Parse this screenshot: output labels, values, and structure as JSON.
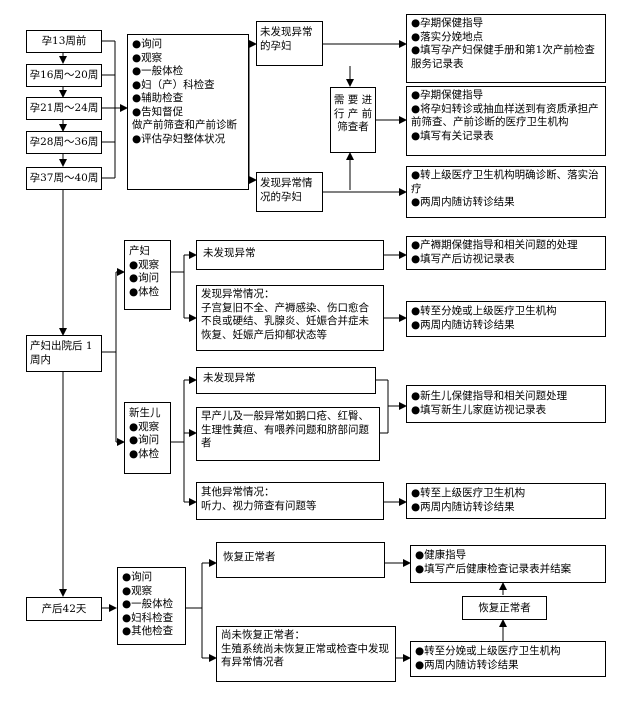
{
  "stages": [
    "孕13周前",
    "孕16周～20周",
    "孕21周～24周",
    "孕28周～36周",
    "孕37周～40周"
  ],
  "prenatal_checks": "●询问\n●观察\n●一般体检\n●妇（产）科检查\n●辅助检查\n●告知督促\n做产前筛查和产前诊断\n●评估孕妇整体状况",
  "no_abnormal": "未发现异常\n的孕妇",
  "abnormal": "发现异常情\n况的孕妇",
  "need_screening": "需 要 进\n行 产 前\n筛查者",
  "guide_a": "●孕期保健指导\n●落实分娩地点\n●填写孕产妇保健手册和第1次产前检查服务记录表",
  "guide_b": "●孕期保健指导\n●将孕妇转诊或抽血样送到有资质承担产前筛查、产前诊断的医疗卫生机构\n●填写有关记录表",
  "guide_c": "●转上级医疗卫生机构明确诊断、落实治疗\n●两周内随访转诊结果",
  "postpartum_1week": "产妇出院后  1周内",
  "mother": "产妇\n●观察\n●询问\n●体检",
  "mother_normal": "未发现异常",
  "mother_abnormal": "发现异常情况：\n子宫复旧不全、产褥感染、伤口愈合不良或硬结、乳腺炎、妊娠合并症未恢复、妊娠产后抑郁状态等",
  "mother_normal_action": "●产褥期保健指导和相关问题的处理\n●填写产后访视记录表",
  "mother_abnormal_action": "●转至分娩或上级医疗卫生机构\n●两周内随访转诊结果",
  "newborn": "新生儿\n●观察\n●询问\n●体检",
  "newborn_normal": "未发现异常",
  "newborn_issue": "早产儿及一般异常如鹅口疮、红臀、生理性黄疸、有喂养问题和脐部问题者",
  "newborn_action": "●新生儿保健指导和相关问题处理\n●填写新生儿家庭访视记录表",
  "newborn_other": "其他异常情况：\n听力、视力筛查有问题等",
  "newborn_other_action": "●转至上级医疗卫生机构\n●两周内随访转诊结果",
  "postpartum_42": "产后42天",
  "checks_42": "●询问\n●观察\n●一般体检\n●妇科检查\n●其他检查",
  "recovered": "恢复正常者",
  "not_recovered": "尚未恢复正常者：\n生殖系统尚未恢复正常或检查中发现有异常情况者",
  "recovered_action": "●健康指导\n●填写产后健康检查记录表并结案",
  "recovered_label": "恢复正常者",
  "not_recovered_action": "●转至分娩或上级医疗卫生机构\n●两周内随访转诊结果"
}
